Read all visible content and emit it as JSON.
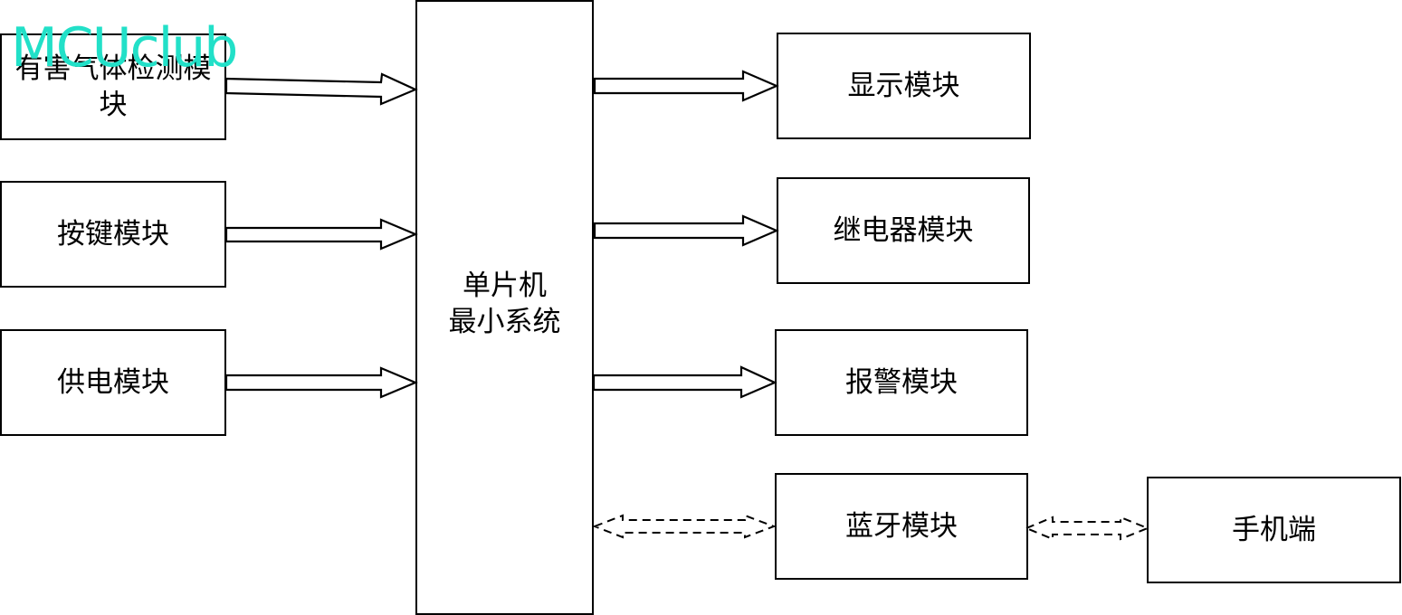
{
  "watermark": "MCUclub",
  "inputs": {
    "gas": "有害气体检测模块",
    "gas_line1": "有害气体检测模",
    "gas_line2": "块",
    "keys": "按键模块",
    "power": "供电模块"
  },
  "mcu": {
    "line1": "单片机",
    "line2": "最小系统"
  },
  "outputs": {
    "display": "显示模块",
    "relay": "继电器模块",
    "alarm": "报警模块",
    "bluetooth": "蓝牙模块"
  },
  "phone": "手机端",
  "colors": {
    "line": "#000000",
    "watermark": "#22e0c8"
  }
}
